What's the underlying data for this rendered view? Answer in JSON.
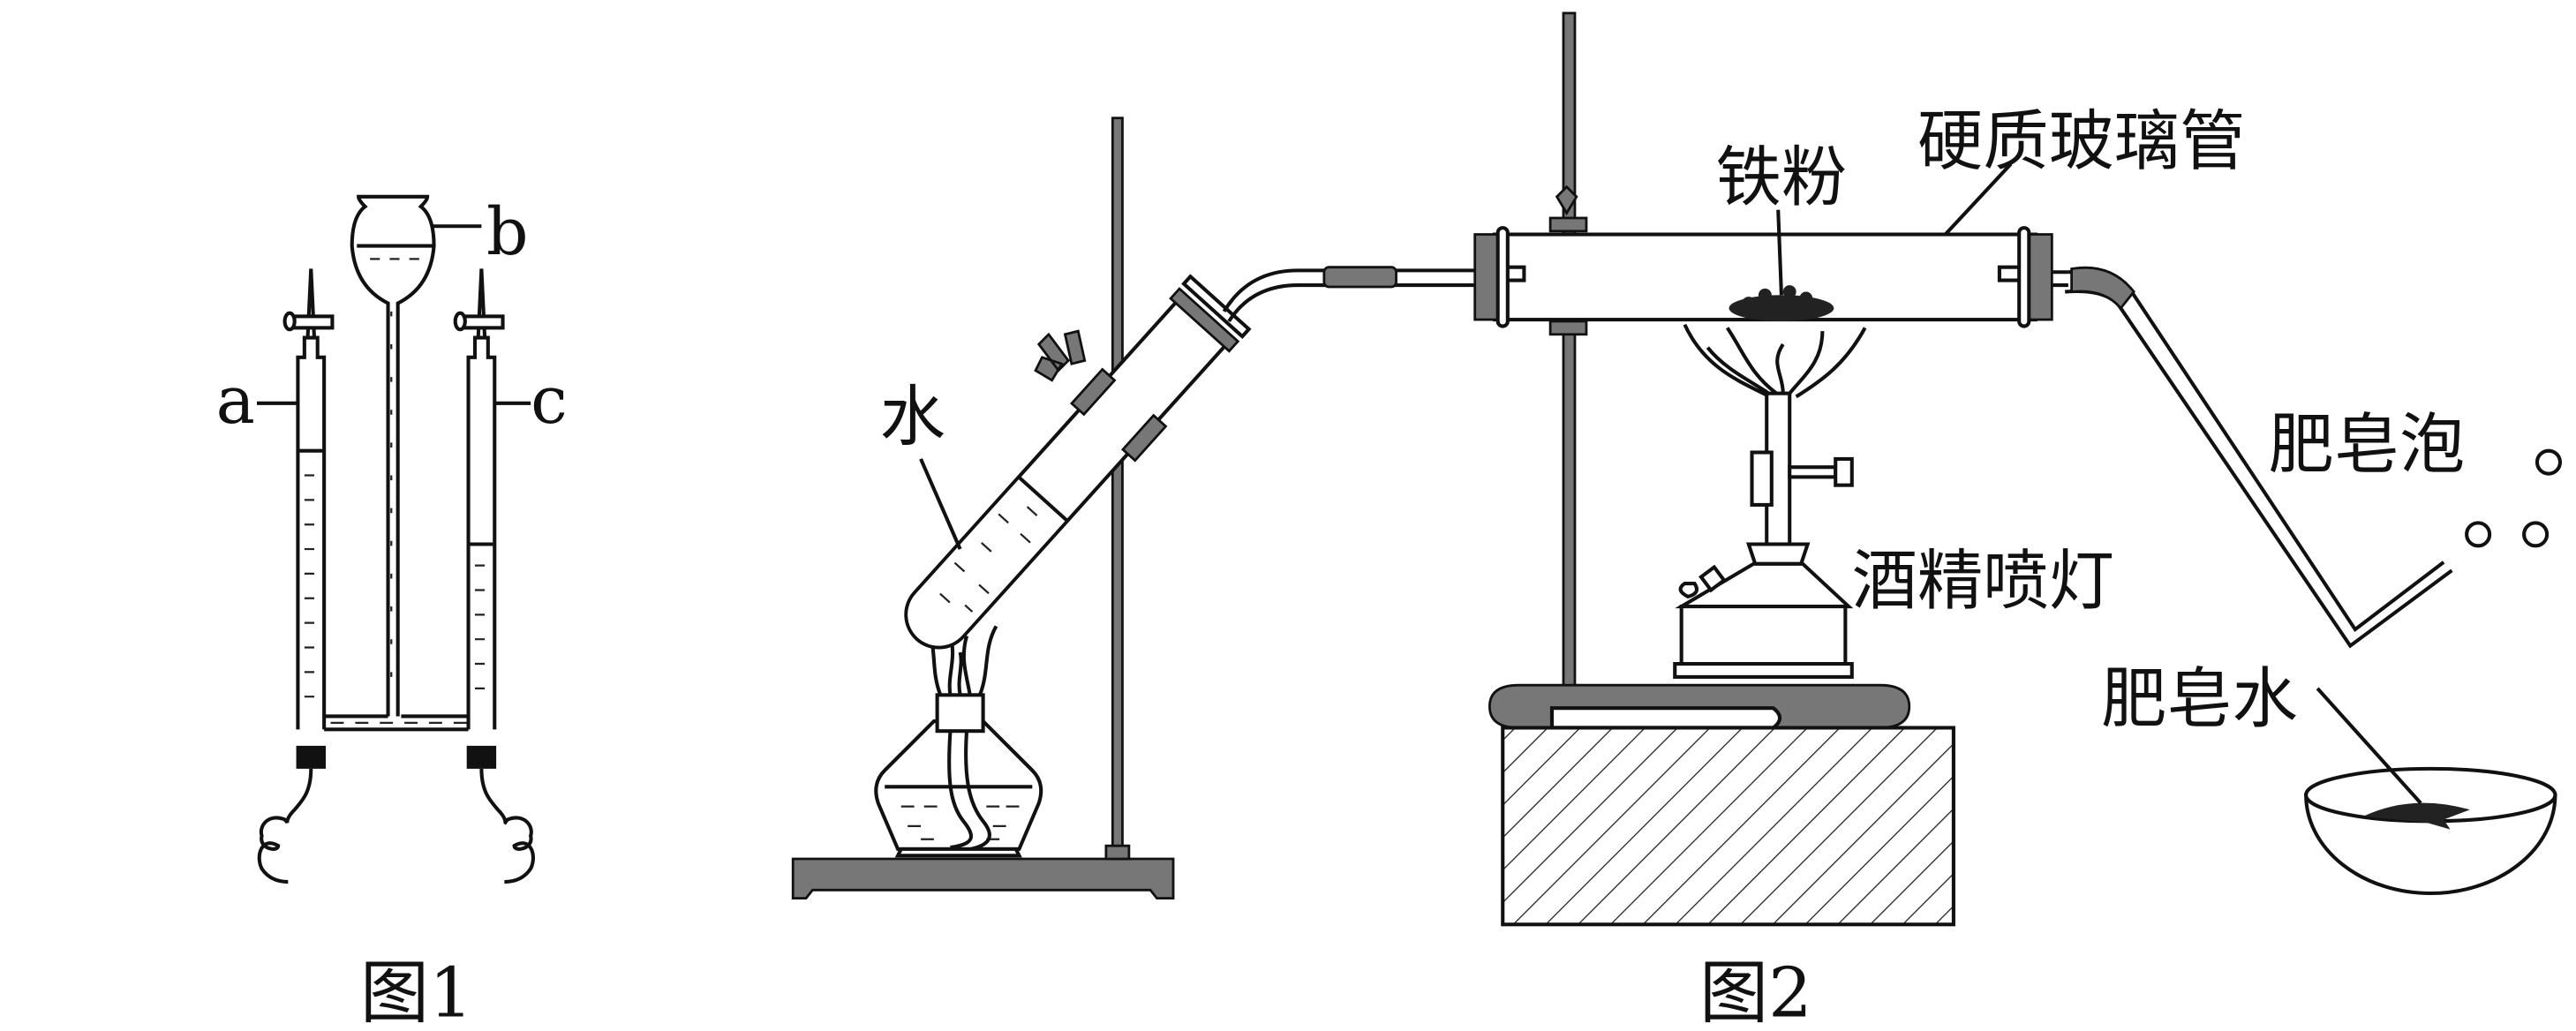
{
  "figure1": {
    "caption": "图1",
    "labels": {
      "a": "a",
      "b": "b",
      "c": "c"
    }
  },
  "figure2": {
    "caption": "图2",
    "labels": {
      "water": "水",
      "iron_powder": "铁粉",
      "hard_glass_tube": "硬质玻璃管",
      "soap_bubbles": "肥皂泡",
      "alcohol_blowtorch": "酒精喷灯",
      "soapy_water": "肥皂水"
    }
  },
  "colors": {
    "ink": "#111111",
    "gray_part": "#777777",
    "background": "#ffffff"
  }
}
